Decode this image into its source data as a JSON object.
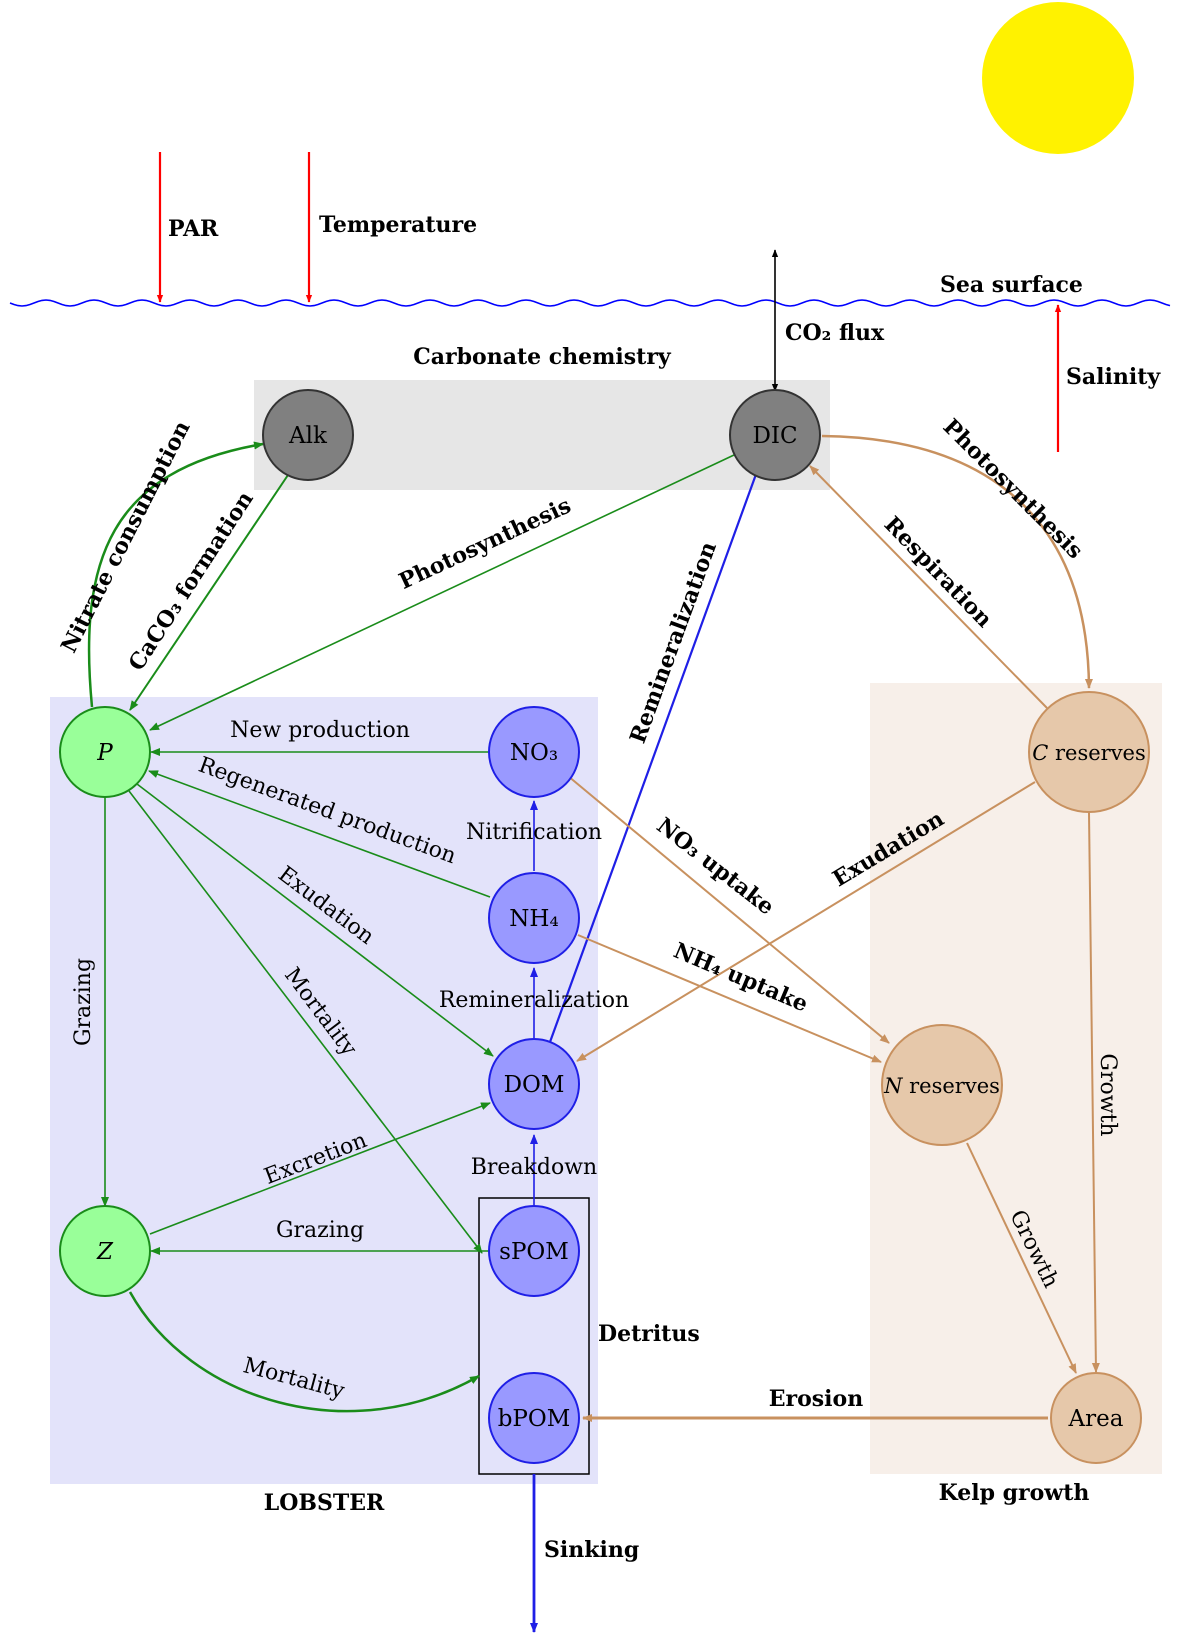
{
  "colors": {
    "sun": "#fff200",
    "sea": "#0000ff",
    "forcing": "#ff0000",
    "carbonate_bg": "#e6e6e6",
    "lobster_bg": "#e3e3fa",
    "kelp_bg": "#f7efe9",
    "carbonate_node": "#808080",
    "green_node": "#99ff99",
    "green_edge": "#1a8c1a",
    "blue_node": "#9999ff",
    "blue_edge": "#1f1fe6",
    "kelp_node": "#e6c8aa",
    "kelp_edge": "#c8915f"
  },
  "forcing": {
    "par": "PAR",
    "temperature": "Temperature",
    "salinity": "Salinity",
    "co2_flux": "CO₂ flux"
  },
  "sea_surface": "Sea surface",
  "groups": {
    "carbonate": "Carbonate chemistry",
    "lobster": "LOBSTER",
    "kelp": "Kelp growth",
    "detritus": "Detritus"
  },
  "nodes": {
    "alk": "Alk",
    "dic": "DIC",
    "p": "P",
    "z": "Z",
    "no3": "NO₃",
    "nh4": "NH₄",
    "dom": "DOM",
    "spom": "sPOM",
    "bpom": "bPOM",
    "c_reserves_sym": "C",
    "c_reserves_txt": "reserves",
    "n_reserves_sym": "N",
    "n_reserves_txt": "reserves",
    "area": "Area"
  },
  "edges": {
    "nitrate_consumption": "Nitrate consumption",
    "caco3_formation": "CaCO₃ formation",
    "photosynthesis_green": "Photosynthesis",
    "remineralization_dic": "Remineralization",
    "photosynthesis_kelp": "Photosynthesis",
    "respiration": "Respiration",
    "new_production": "New production",
    "regenerated_production": "Regenerated production",
    "nitrification": "Nitrification",
    "exudation_p": "Exudation",
    "mortality_p": "Mortality",
    "grazing_p": "Grazing",
    "remineralization_dom": "Remineralization",
    "excretion": "Excretion",
    "breakdown": "Breakdown",
    "grazing_spom": "Grazing",
    "mortality_z": "Mortality",
    "no3_uptake": "NO₃ uptake",
    "nh4_uptake": "NH₄ uptake",
    "exudation_kelp": "Exudation",
    "growth_c": "Growth",
    "growth_n": "Growth",
    "erosion": "Erosion",
    "sinking": "Sinking"
  }
}
